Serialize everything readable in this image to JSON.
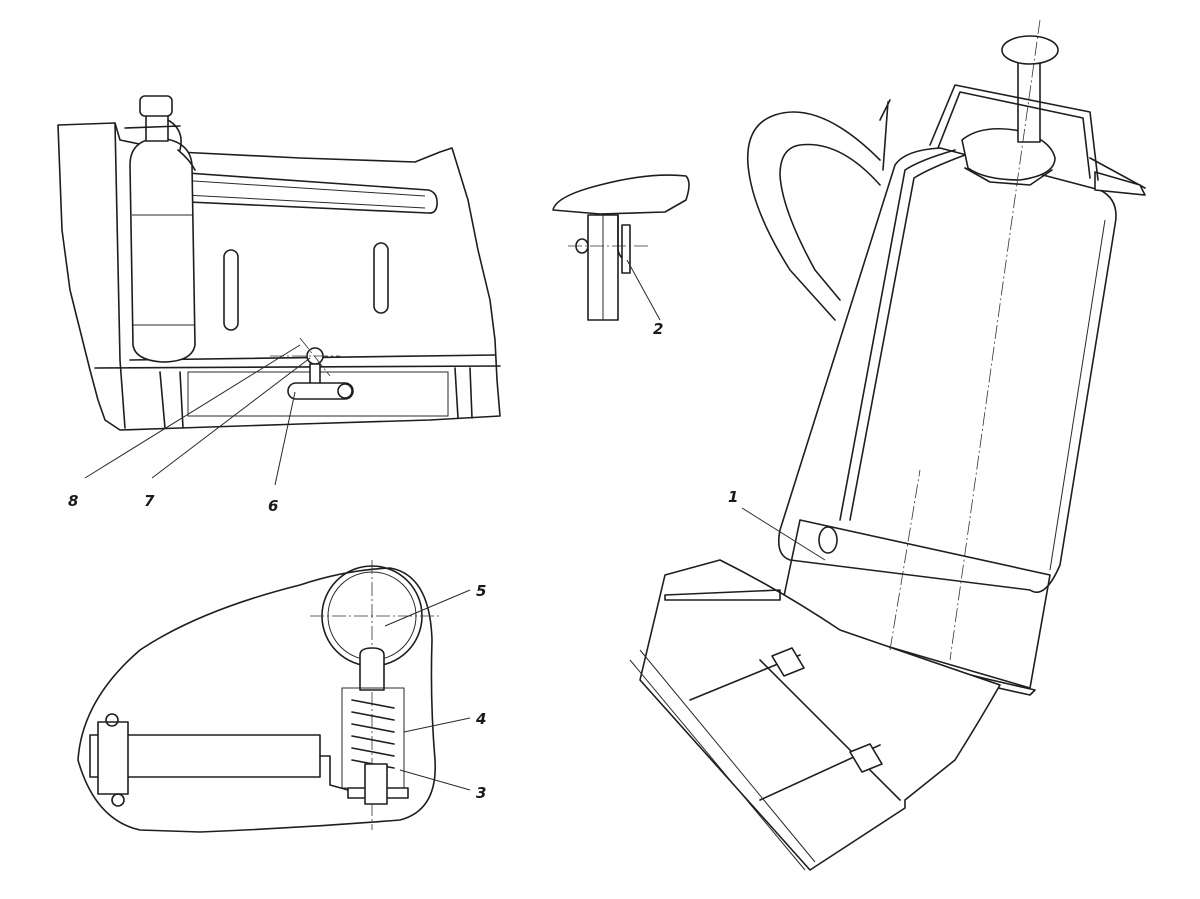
{
  "diagram": {
    "callouts": [
      {
        "id": "c8",
        "label": "8"
      },
      {
        "id": "c7",
        "label": "7"
      },
      {
        "id": "c6",
        "label": "6"
      },
      {
        "id": "c2",
        "label": "2"
      },
      {
        "id": "c1",
        "label": "1"
      },
      {
        "id": "c5",
        "label": "5"
      },
      {
        "id": "c4",
        "label": "4"
      },
      {
        "id": "c3",
        "label": "3"
      }
    ]
  }
}
